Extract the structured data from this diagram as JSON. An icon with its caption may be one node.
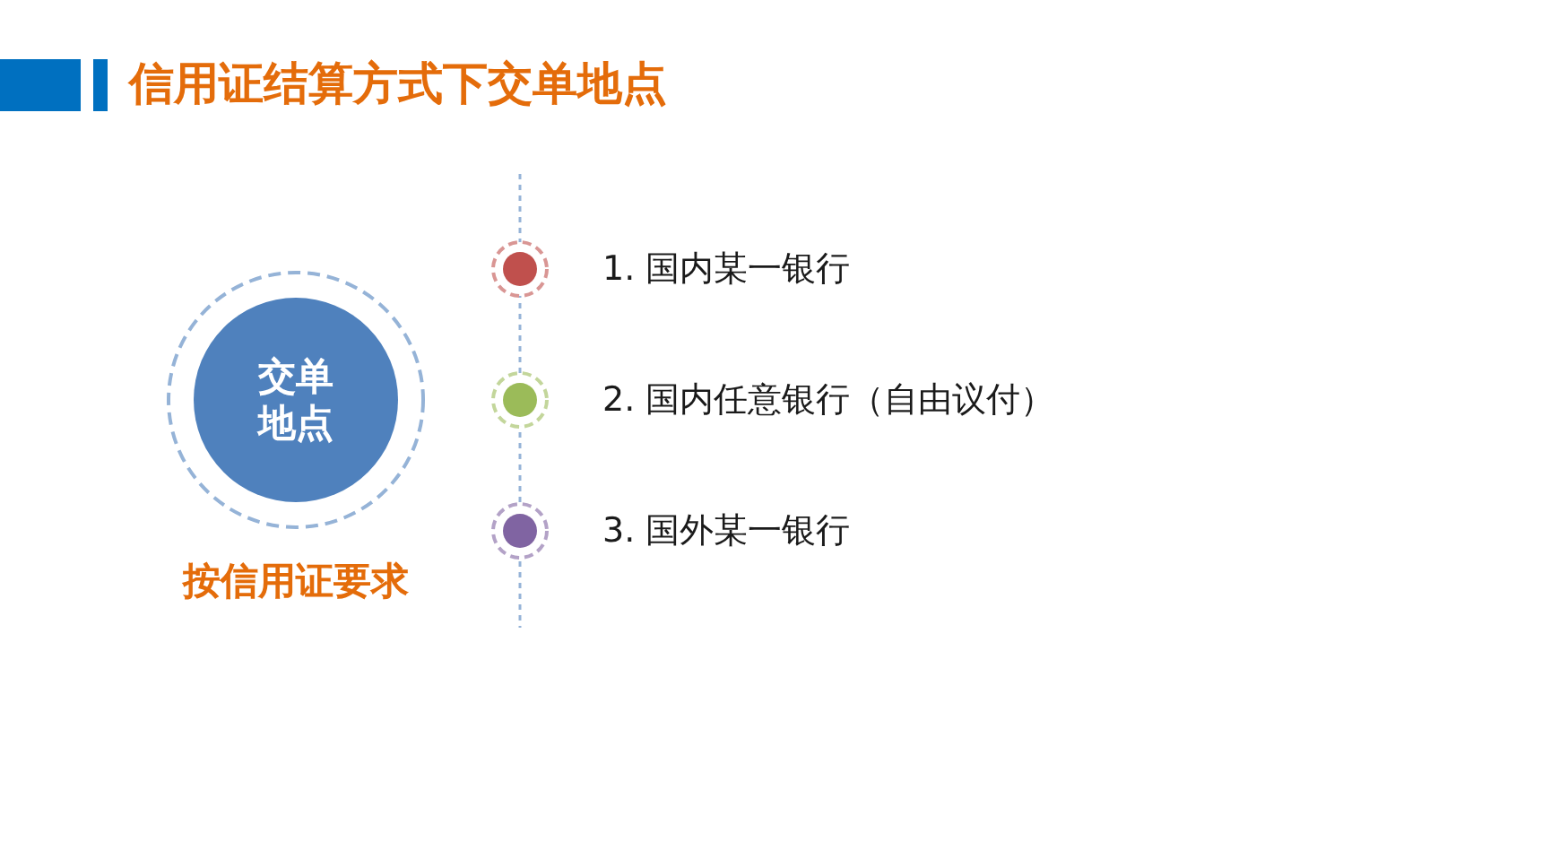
{
  "diagram": {
    "title": "信用证结算方式下交单地点",
    "nodes": [
      {
        "text": [
          "交单地点"
        ],
        "beside": [
          "按信用证要求"
        ]
      },
      {
        "text": [
          "1. 国内某一银行"
        ]
      },
      {
        "text": [
          "2. 国内任意银行（自由议付）"
        ]
      },
      {
        "text": [
          "3. 国外某一银行"
        ]
      }
    ]
  }
}
